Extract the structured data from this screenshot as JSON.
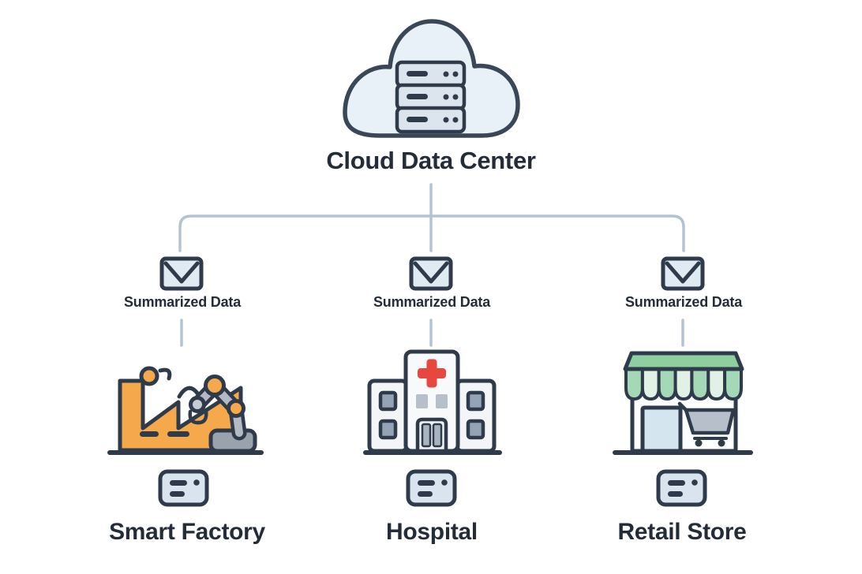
{
  "diagram": {
    "title": "Cloud Data Center",
    "cloud": {
      "icon": "cloud-server-icon"
    },
    "links": [
      {
        "label": "Summarized Data",
        "icon": "envelope-icon"
      },
      {
        "label": "Summarized Data",
        "icon": "envelope-icon"
      },
      {
        "label": "Summarized Data",
        "icon": "envelope-icon"
      }
    ],
    "nodes": [
      {
        "label": "Smart Factory",
        "icon": "factory-robot-icon",
        "device_icon": "edge-device-icon"
      },
      {
        "label": "Hospital",
        "icon": "hospital-building-icon",
        "device_icon": "edge-device-icon"
      },
      {
        "label": "Retail Store",
        "icon": "storefront-icon",
        "device_icon": "edge-device-icon"
      }
    ]
  },
  "colors": {
    "outline": "#2f3b4a",
    "text": "#242c38",
    "connector": "#b4c3d2",
    "cloud_fill": "#e9f1f8",
    "server_fill": "#dce5ee",
    "envelope_fill": "#dfeaf3",
    "device_fill": "#dae4ee",
    "factory_orange": "#f6a94a",
    "robot_gray": "#b3bac3",
    "robot_base_gray": "#9aa2ad",
    "hospital_red": "#e8473d",
    "hospital_wall": "#f3f5f7",
    "window_gray": "#95a3b6",
    "awning_green": "#8ecf9f",
    "awning_stripe_light": "#e2f1e5",
    "awning_stripe_mid": "#a5d8b6",
    "door_blue": "#d5e5f0",
    "cart_gray": "#b6bfca"
  }
}
